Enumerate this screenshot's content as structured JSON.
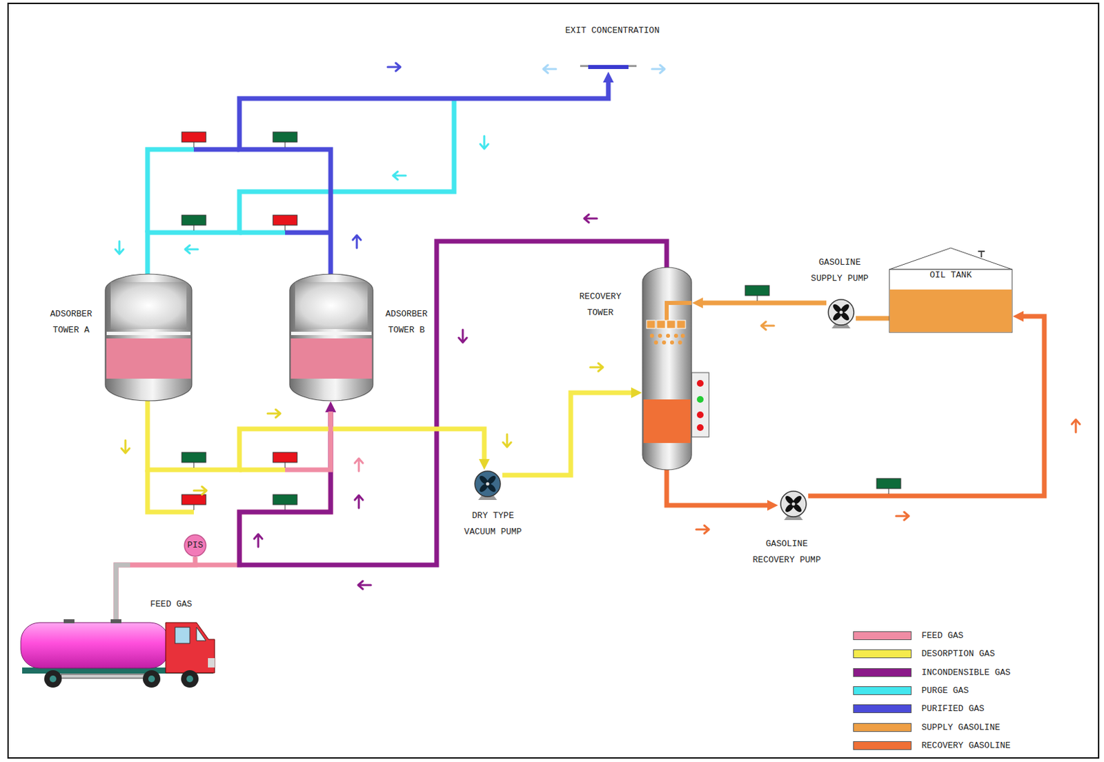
{
  "diagram": {
    "nodes": [
      {
        "text": [
          "EXIT CONCENTRATION"
        ]
      },
      {
        "text": [
          "ADSORBER TOWER A"
        ]
      },
      {
        "text": [
          "ADSORBER TOWER B"
        ]
      },
      {
        "text": [
          "RECOVERY TOWER"
        ]
      },
      {
        "text": [
          "GASOLINE SUPPLY PUMP"
        ]
      },
      {
        "text": [
          "OIL TANK"
        ]
      },
      {
        "text": [
          "DRY TYPE VACUUM PUMP"
        ]
      },
      {
        "text": [
          "GASOLINE RECOVERY PUMP"
        ]
      },
      {
        "text": [
          "PIS"
        ]
      },
      {
        "text": [
          "FEED GAS"
        ]
      }
    ],
    "edges": [
      {
        "from": 2,
        "to": 0,
        "arrow": "to"
      },
      {
        "from": 9,
        "to": 8,
        "arrow": "none"
      },
      {
        "from": 9,
        "to": 2,
        "arrow": "to"
      },
      {
        "from": 3,
        "to": 2,
        "arrow": "to"
      },
      {
        "from": 1,
        "to": 6,
        "arrow": "to"
      },
      {
        "from": 6,
        "to": 3,
        "arrow": "to"
      },
      {
        "from": 5,
        "to": 4,
        "arrow": "none"
      },
      {
        "from": 4,
        "to": 3,
        "arrow": "to"
      },
      {
        "from": 3,
        "to": 7,
        "arrow": "to"
      },
      {
        "from": 7,
        "to": 5,
        "arrow": "to"
      }
    ],
    "legend": [
      {
        "text": "FEED GAS",
        "color": "#f08ca4"
      },
      {
        "text": "DESORPTION GAS",
        "color": "#f6ea4c"
      },
      {
        "text": "INCONDENSIBLE GAS",
        "color": "#8b1a89"
      },
      {
        "text": "PURGE GAS",
        "color": "#43e6ee"
      },
      {
        "text": "PURIFIED GAS",
        "color": "#4b4bd9"
      },
      {
        "text": "SUPPLY GASOLINE",
        "color": "#ef9f45"
      },
      {
        "text": "RECOVERY GASOLINE",
        "color": "#f07036"
      }
    ]
  }
}
